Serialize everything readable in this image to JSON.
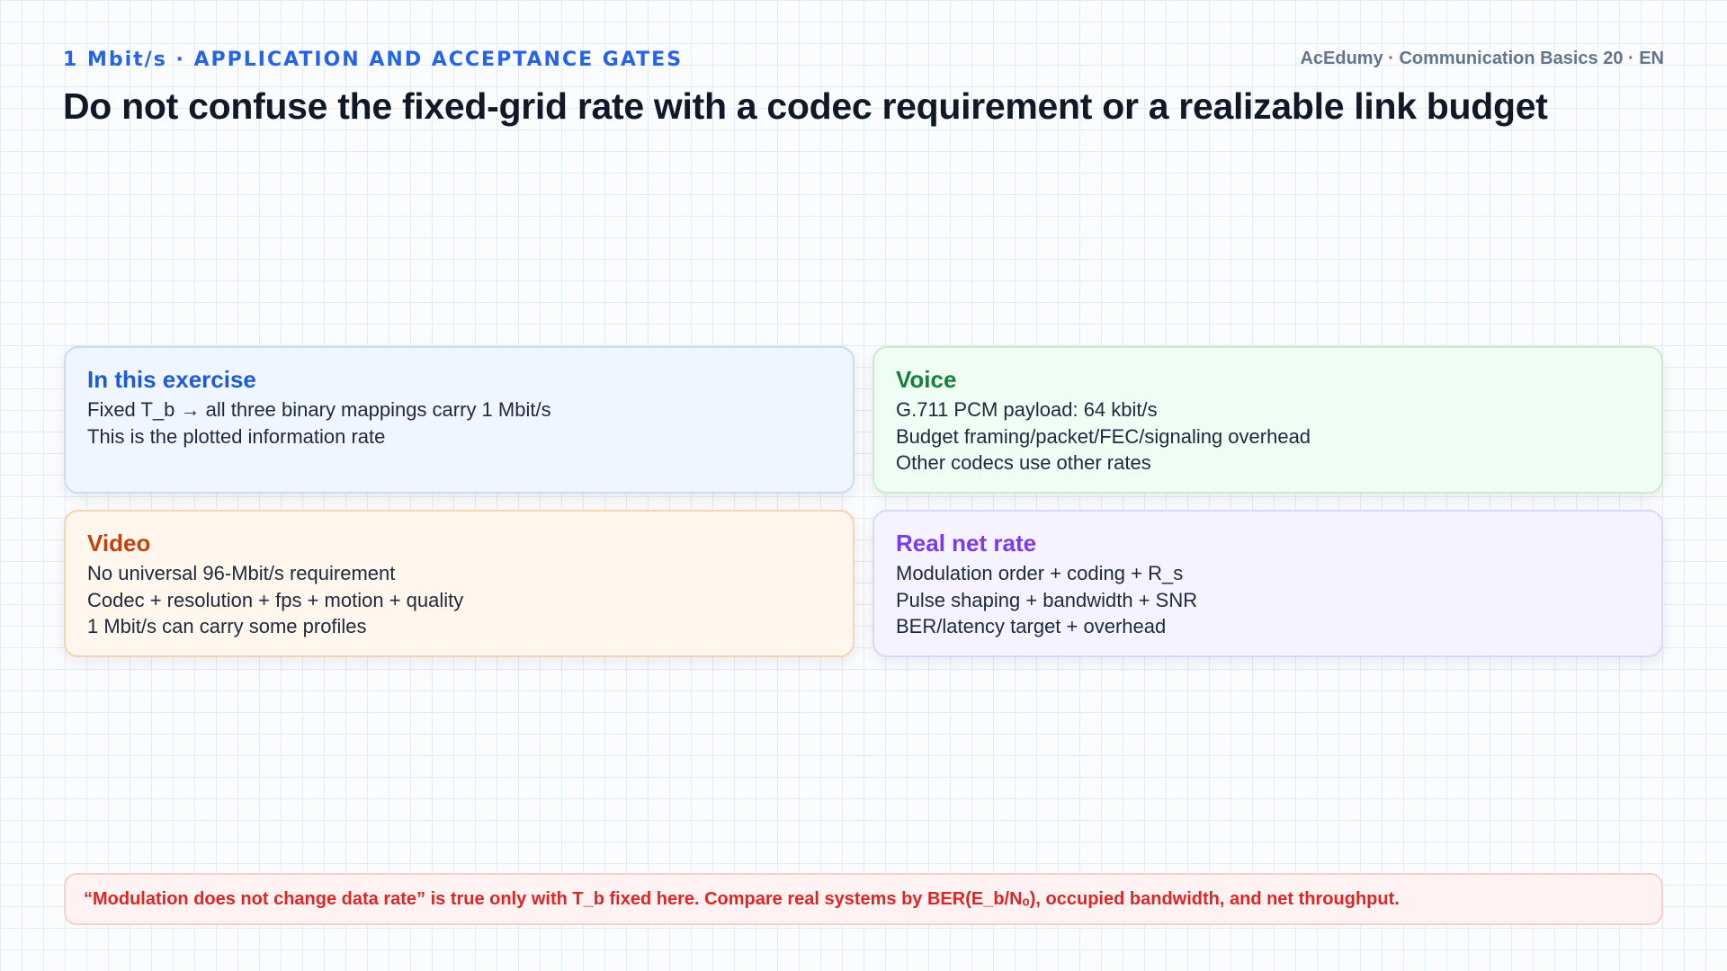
{
  "header": {
    "eyebrow": "1 Mbit/s · APPLICATION AND ACCEPTANCE GATES",
    "brand": "AcEdumy · Communication Basics 20 · EN",
    "title": "Do not confuse the fixed-grid rate with a codec requirement or a realizable link budget"
  },
  "cards": [
    {
      "title": "In this exercise",
      "lines": [
        "Fixed T_b → all three binary mappings carry 1 Mbit/s",
        "This is the plotted information rate"
      ]
    },
    {
      "title": "Voice",
      "lines": [
        "G.711 PCM payload: 64 kbit/s",
        "Budget framing/packet/FEC/signaling overhead",
        "Other codecs use other rates"
      ]
    },
    {
      "title": "Video",
      "lines": [
        "No universal 96-Mbit/s requirement",
        "Codec + resolution + fps + motion + quality",
        "1 Mbit/s can carry some profiles"
      ]
    },
    {
      "title": "Real net rate",
      "lines": [
        "Modulation order + coding + R_s",
        "Pulse shaping + bandwidth + SNR",
        "BER/latency target + overhead"
      ]
    }
  ],
  "footer": {
    "note": "“Modulation does not change data rate” is true only with T_b fixed here. Compare real systems by BER(E_b/Nₒ), occupied bandwidth, and net throughput."
  },
  "colors": {
    "accent_blue": "#2563eb",
    "voice_green": "#15803d",
    "video_orange": "#c2410c",
    "net_rate_purple": "#7c3aed",
    "warning_red": "#dc2626"
  }
}
